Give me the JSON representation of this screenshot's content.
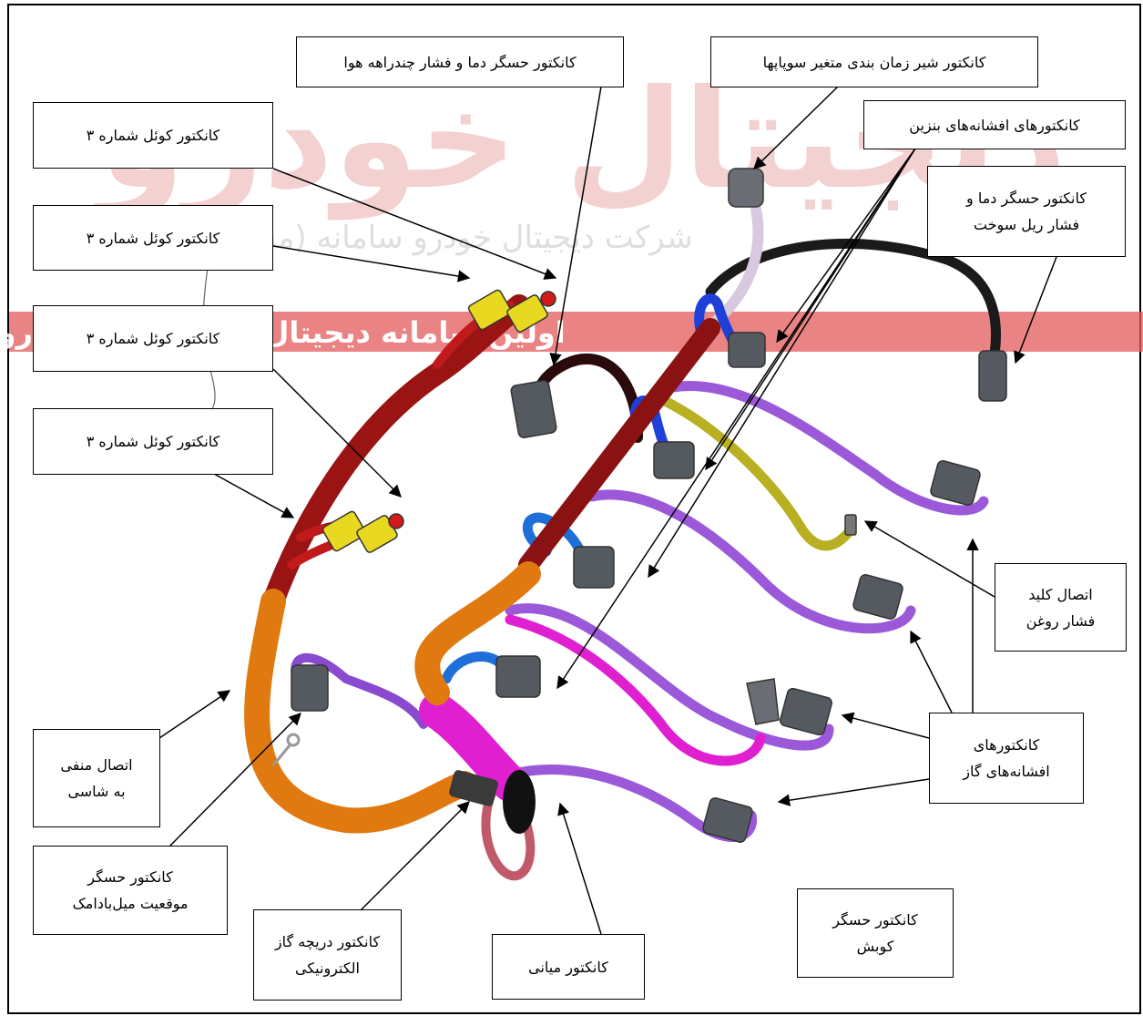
{
  "watermark": {
    "brand": "دیجیتال خودرو",
    "line1": "شرکت دیجیتال خودرو سامانه (مسئولیت محدود)",
    "line2": "اولین سامانه دیجیتال تعمیرکاران خودرو در ایران"
  },
  "labels": {
    "coil_3_a": "کانکتور کوئل شماره ۳",
    "coil_3_b": "کانکتور کوئل شماره ۳",
    "coil_3_c": "کانکتور کوئل شماره ۳",
    "coil_3_d": "کانکتور کوئل شماره ۳",
    "map_sensor": "کانکتور حسگر دما و فشار چندراهه هوا",
    "vvt_valve": "کانکتور شیر زمان بندی متغیر سوپاپها",
    "petrol_injectors": "کانکتورهای افشانه‌های بنزین",
    "fuel_rail_sensor_1": "کانکتور حسگر دما و",
    "fuel_rail_sensor_2": "فشار ریل سوخت",
    "oil_pressure_1": "اتصال کلید",
    "oil_pressure_2": "فشار روغن",
    "gas_injectors_1": "کانکتورهای",
    "gas_injectors_2": "افشانه‌های گاز",
    "chassis_ground_1": "اتصال منفی",
    "chassis_ground_2": "به شاسی",
    "camshaft_1": "کانکتور حسگر",
    "camshaft_2": "موقعیت میل‌بادامک",
    "throttle_1": "کانکتور دریچه گاز",
    "throttle_2": "الکترونیکی",
    "middle": "کانکتور میانی",
    "knock_1": "کانکتور حسگر",
    "knock_2": "کوبش"
  },
  "colors": {
    "main_trunk": "#9a1414",
    "orange_trunk": "#e07a10",
    "purple_wire": "#9b59d9",
    "blue_wire": "#1e5fd8",
    "magenta_wire": "#e020d0",
    "black_wire": "#1a1a1a",
    "yellow_wire": "#b8b020",
    "connector": "#555a60",
    "coil_connector": "#e8d820",
    "watermark": "#e65a5a"
  }
}
